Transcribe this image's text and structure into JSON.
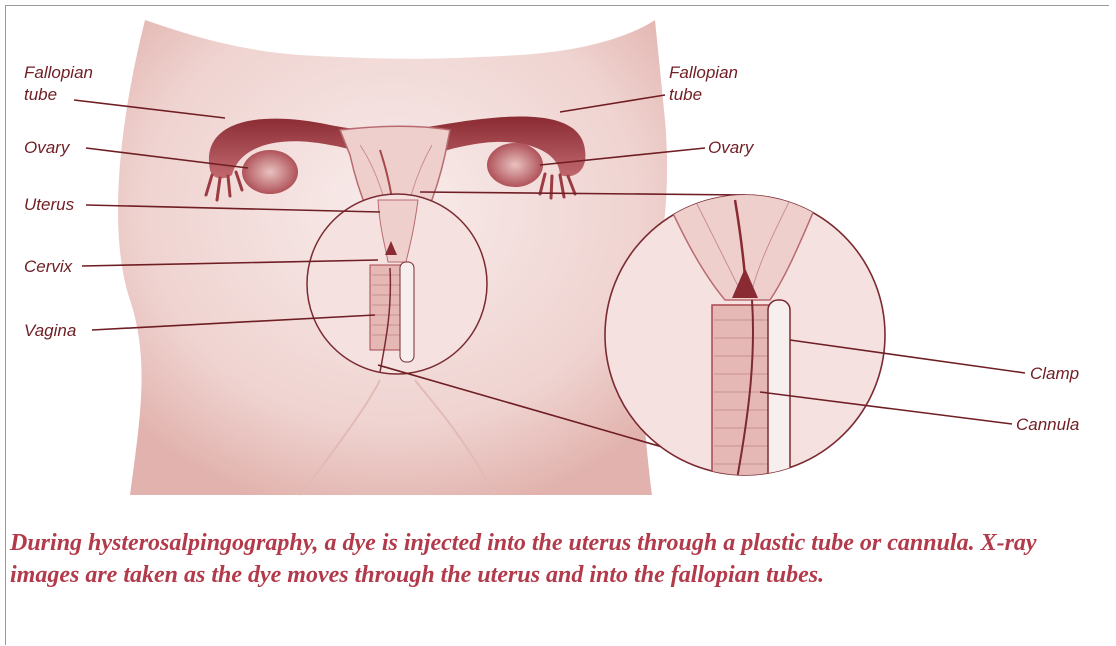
{
  "labels": {
    "fallopian_tube_left_1": "Fallopian",
    "fallopian_tube_left_2": "tube",
    "fallopian_tube_right_1": "Fallopian",
    "fallopian_tube_right_2": "tube",
    "ovary_left": "Ovary",
    "ovary_right": "Ovary",
    "uterus": "Uterus",
    "cervix": "Cervix",
    "vagina": "Vagina",
    "clamp": "Clamp",
    "cannula": "Cannula"
  },
  "caption": "During hysterosalpingography, a dye is injected into the uterus through a plastic tube or cannula. X-ray images are taken as the dye moves through the uterus and into the fallopian tubes.",
  "colors": {
    "accent": "#6f1e24",
    "caption": "#b23a4a",
    "tissue": "#f2d9d6"
  }
}
